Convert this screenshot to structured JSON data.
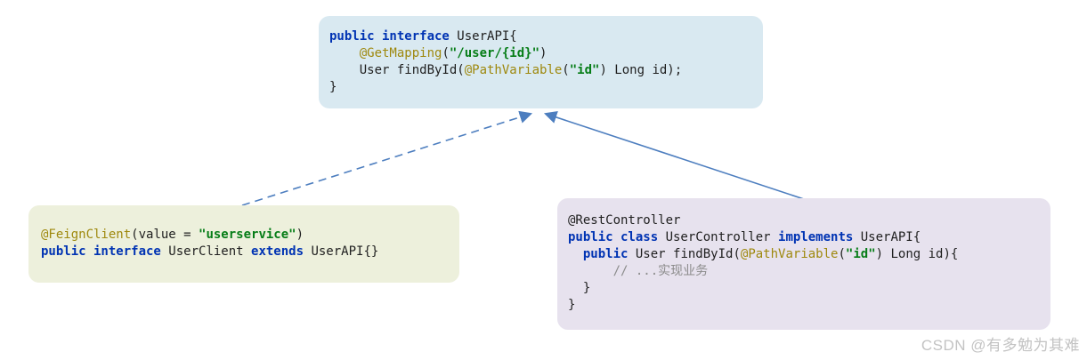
{
  "watermark": {
    "text": "CSDN @有多勉为其难"
  },
  "colors": {
    "keyword": "#0033b3",
    "annotation": "#9e880d",
    "string": "#067d17",
    "plain": "#1f1f1f",
    "comment": "#8c8c8c",
    "arrow": "#4d7ebf",
    "box_userapi_bg": "#d9e9f1",
    "box_userclient_bg": "#edf0dc",
    "box_usercontroller_bg": "#e7e2ee"
  },
  "arrows": [
    {
      "name": "userclient-to-userapi",
      "style": "dashed",
      "color": "#4d7ebf"
    },
    {
      "name": "usercontroller-to-userapi",
      "style": "solid",
      "color": "#4d7ebf"
    }
  ],
  "boxes": {
    "user_api": {
      "title": "UserAPI interface",
      "lines": [
        [
          {
            "t": "public interface ",
            "c": "keyword"
          },
          {
            "t": "UserAPI{",
            "c": "plain"
          }
        ],
        [
          {
            "t": "    ",
            "c": "plain"
          },
          {
            "t": "@GetMapping",
            "c": "annotation"
          },
          {
            "t": "(",
            "c": "plain"
          },
          {
            "t": "\"/user/{id}\"",
            "c": "string"
          },
          {
            "t": ")",
            "c": "plain"
          }
        ],
        [
          {
            "t": "    User findById(",
            "c": "plain"
          },
          {
            "t": "@PathVariable",
            "c": "annotation"
          },
          {
            "t": "(",
            "c": "plain"
          },
          {
            "t": "\"id\"",
            "c": "string"
          },
          {
            "t": ") Long id);",
            "c": "plain"
          }
        ],
        [
          {
            "t": "}",
            "c": "plain"
          }
        ]
      ]
    },
    "user_client": {
      "title": "UserClient feign client",
      "lines": [
        [
          {
            "t": "@FeignClient",
            "c": "annotation"
          },
          {
            "t": "(value = ",
            "c": "plain"
          },
          {
            "t": "\"userservice\"",
            "c": "string"
          },
          {
            "t": ")",
            "c": "plain"
          }
        ],
        [
          {
            "t": "public interface ",
            "c": "keyword"
          },
          {
            "t": "UserClient ",
            "c": "plain"
          },
          {
            "t": "extends ",
            "c": "keyword"
          },
          {
            "t": "UserAPI{}",
            "c": "plain"
          }
        ]
      ]
    },
    "user_controller": {
      "title": "UserController implementation",
      "lines": [
        [
          {
            "t": "@RestController",
            "c": "plain"
          }
        ],
        [
          {
            "t": "public class ",
            "c": "keyword"
          },
          {
            "t": "UserController ",
            "c": "plain"
          },
          {
            "t": "implements ",
            "c": "keyword"
          },
          {
            "t": "UserAPI{",
            "c": "plain"
          }
        ],
        [
          {
            "t": "  ",
            "c": "plain"
          },
          {
            "t": "public ",
            "c": "keyword"
          },
          {
            "t": "User findById(",
            "c": "plain"
          },
          {
            "t": "@PathVariable",
            "c": "annotation"
          },
          {
            "t": "(",
            "c": "plain"
          },
          {
            "t": "\"id\"",
            "c": "string"
          },
          {
            "t": ") Long id){",
            "c": "plain"
          }
        ],
        [
          {
            "t": "      ",
            "c": "plain"
          },
          {
            "t": "// ...实现业务",
            "c": "comment"
          }
        ],
        [
          {
            "t": "  }",
            "c": "plain"
          }
        ],
        [
          {
            "t": "}",
            "c": "plain"
          }
        ]
      ]
    }
  }
}
